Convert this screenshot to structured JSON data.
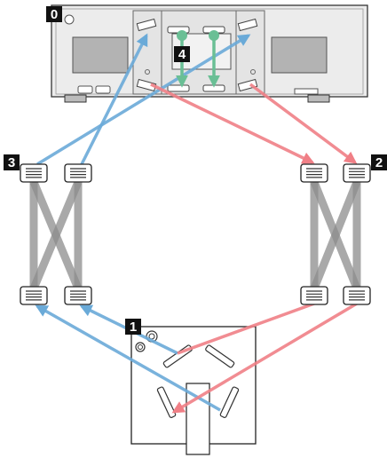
{
  "callouts": [
    {
      "id": "device",
      "label": "0"
    },
    {
      "id": "bottom",
      "label": "1"
    },
    {
      "id": "right",
      "label": "2"
    },
    {
      "id": "left",
      "label": "3"
    },
    {
      "id": "middle",
      "label": "4"
    }
  ],
  "colors": {
    "blue_route": "#6aaad8",
    "red_route": "#f07f86",
    "green_route": "#6abf95",
    "cross_bars": "#8c8c8c",
    "outline": "#333333",
    "device_fill": "#ececec",
    "screen_fill": "#b3b3b3",
    "callout_bg": "#111111"
  },
  "icons": [
    "port-connector-icon",
    "green-arrow-icon",
    "power-knob-icon",
    "rack-frame-icon"
  ]
}
